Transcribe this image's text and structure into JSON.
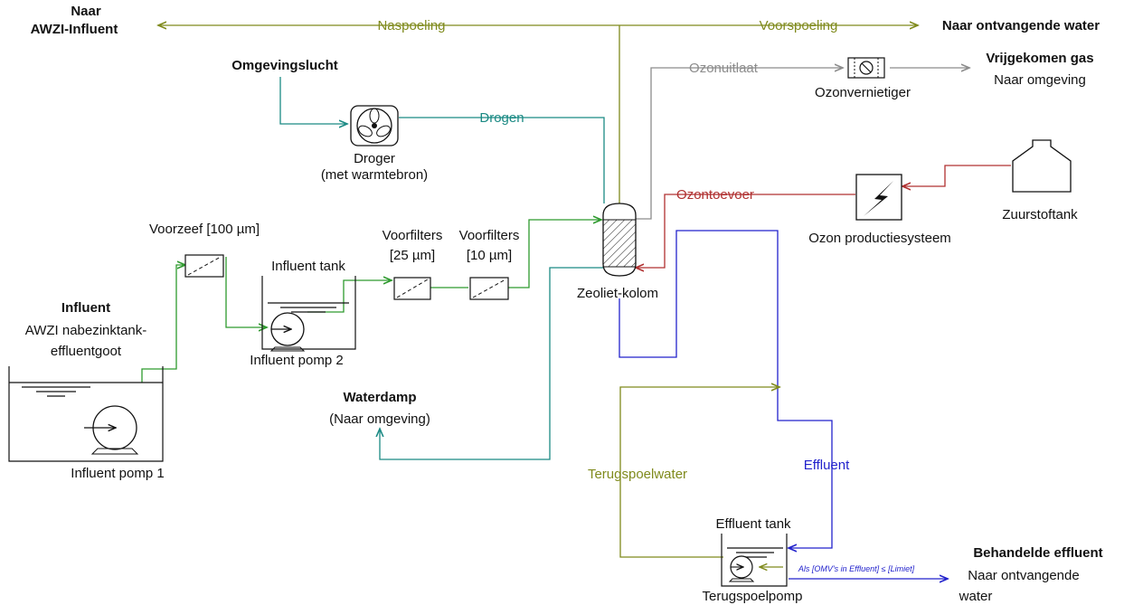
{
  "labels": {
    "naar_awzi": [
      "Naar",
      "AWZI-Influent"
    ],
    "naspoeling": "Naspoeling",
    "voorspoeling": "Voorspoeling",
    "naar_ontvangende": "Naar ontvangende water",
    "omgevingslucht": "Omgevingslucht",
    "ozonuitlaat": "Ozonuitlaat",
    "ozonvernietiger": "Ozonvernietiger",
    "vrijgekomen_gas": "Vrijgekomen gas",
    "naar_omgeving": "Naar omgeving",
    "drogen": "Drogen",
    "droger": "Droger",
    "met_warmtebron": "(met warmtebron)",
    "ozontoevoer": "Ozontoevoer",
    "zuurstoftank": "Zuurstoftank",
    "ozon_productie": "Ozon productiesysteem",
    "voorzeef": "Voorzeef [100 µm]",
    "voorfilters_25": [
      "Voorfilters",
      "[25 µm]"
    ],
    "voorfilters_10": [
      "Voorfilters",
      "[10 µm]"
    ],
    "influent_tank": "Influent tank",
    "zeoliet_kolom": "Zeoliet-kolom",
    "influent_title": "Influent",
    "influent_sub": [
      "AWZI nabezinktank-",
      "effluentgoot"
    ],
    "influent_pomp_2": "Influent pomp 2",
    "influent_pomp_1": "Influent pomp 1",
    "waterdamp": "Waterdamp",
    "waterdamp_sub": "(Naar omgeving)",
    "terugspoelwater": "Terugspoelwater",
    "effluent": "Effluent",
    "effluent_tank": "Effluent tank",
    "terugspoelpomp": "Terugspoelpomp",
    "condition": "Als [OMV's in Effluent] ≤ [Limiet]",
    "behandelde_effluent": "Behandelde effluent",
    "naar_ontvangende_2": [
      "Naar ontvangende",
      "water"
    ]
  },
  "colors": {
    "olive": "#7f8a1c",
    "green": "#2e9a2e",
    "teal": "#1b8a84",
    "grey": "#8c8c8c",
    "red": "#b03030",
    "blue": "#2222cc",
    "black": "#111111"
  },
  "icons": {
    "dryer": "fan-icon",
    "ozone_destroyer": "no-entry-icon",
    "ozone_generator": "lightning-icon",
    "oxygen_tank": "tank-icon",
    "pump": "pump-icon",
    "filter": "filter-icon"
  }
}
